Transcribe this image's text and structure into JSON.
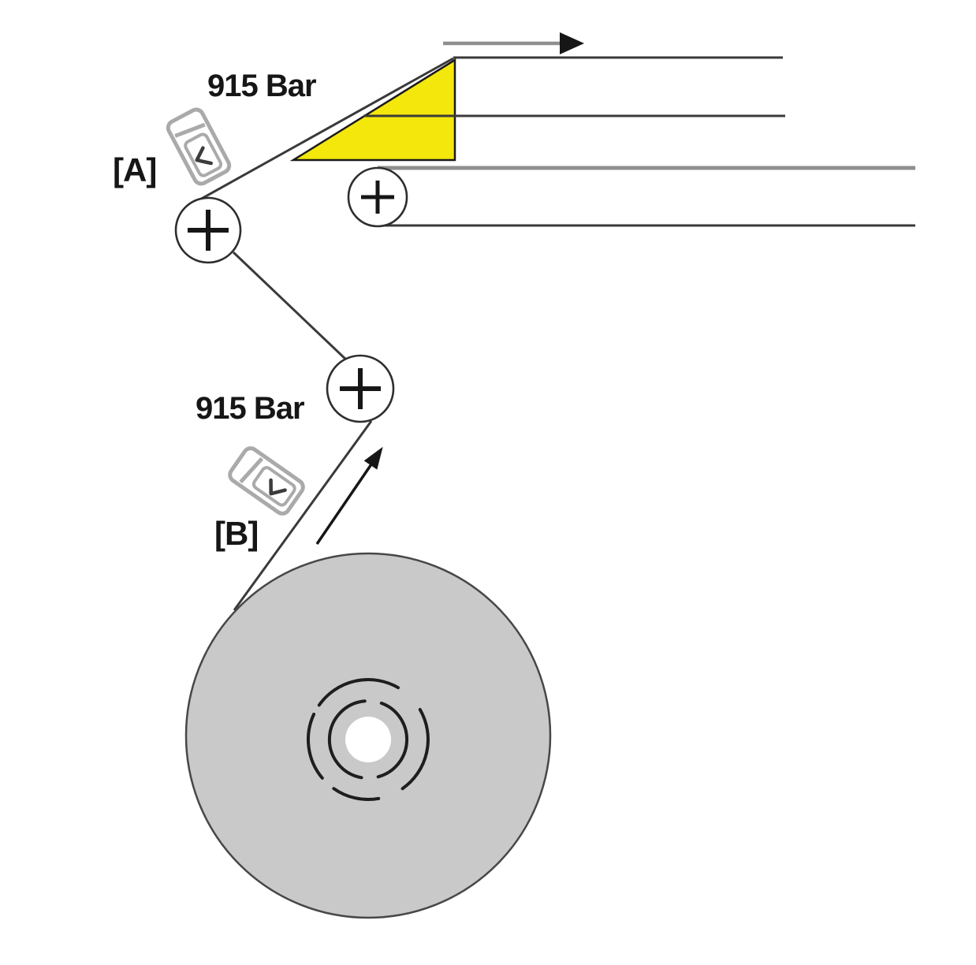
{
  "diagram": {
    "labels": {
      "pressure_a": "915 Bar",
      "ref_a": "[A]",
      "pressure_b": "915 Bar",
      "ref_b": "[B]"
    },
    "colors": {
      "turn_bar_yellow": "#f4e70b",
      "roll_gray": "#c9c9c9",
      "line_dark": "#3a3a3a",
      "line_gray": "#8f8f8f",
      "sensor_gray": "#aaaaaa",
      "arrow_black": "#161616",
      "background": "#ffffff"
    }
  }
}
